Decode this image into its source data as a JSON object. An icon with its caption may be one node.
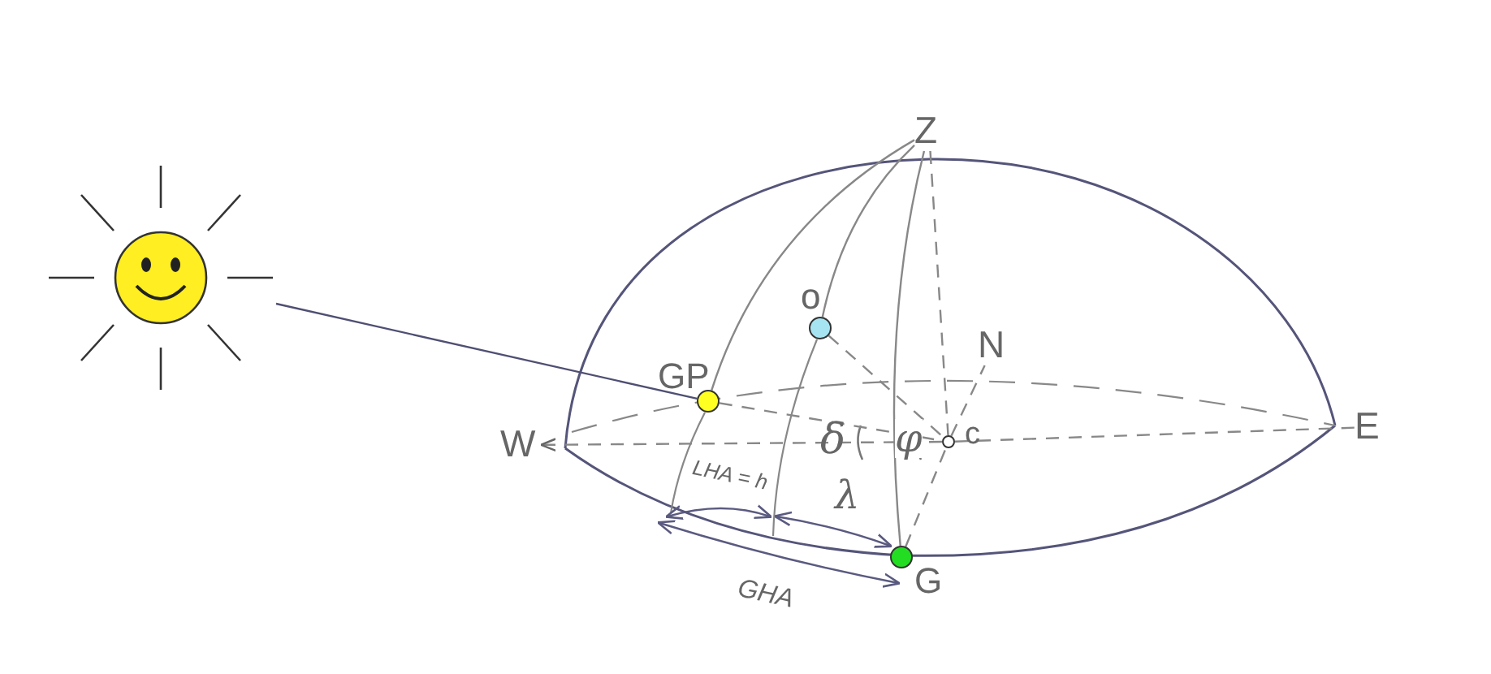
{
  "diagram": {
    "nodes": [
      {
        "text": [],
        "shape": "picture"
      },
      {
        "text": [
          "Z"
        ]
      },
      {
        "text": [
          "N"
        ]
      },
      {
        "text": [
          "W"
        ]
      },
      {
        "text": [
          "E"
        ]
      },
      {
        "text": [
          "GP"
        ]
      },
      {
        "text": [
          "o"
        ]
      },
      {
        "text": [
          "c"
        ]
      },
      {
        "text": [
          "G"
        ]
      }
    ],
    "edges": [
      {
        "from": 0,
        "to": 5,
        "arrow": "none",
        "color": "#4f4f73"
      },
      {
        "from": 1,
        "to": 5,
        "arrow": "none"
      },
      {
        "from": 1,
        "to": 6,
        "arrow": "none"
      },
      {
        "from": 1,
        "to": 8,
        "arrow": "none"
      },
      {
        "from": 1,
        "to": 7,
        "arrow": "none",
        "style": "dashed"
      },
      {
        "from": 5,
        "to": 7,
        "arrow": "none",
        "style": "dashed"
      },
      {
        "from": 6,
        "to": 7,
        "arrow": "none",
        "style": "dashed"
      },
      {
        "from": 8,
        "to": 7,
        "arrow": "none",
        "style": "dashed"
      },
      {
        "from": 7,
        "to": 2,
        "arrow": "none",
        "style": "dashed"
      },
      {
        "from": 7,
        "to": 3,
        "arrow": "to",
        "style": "dashed"
      },
      {
        "from": 7,
        "to": 4,
        "arrow": "none",
        "style": "dashed"
      }
    ],
    "labels": [
      "δ",
      "φ",
      "LHA = h",
      "λ",
      "GHA"
    ]
  }
}
